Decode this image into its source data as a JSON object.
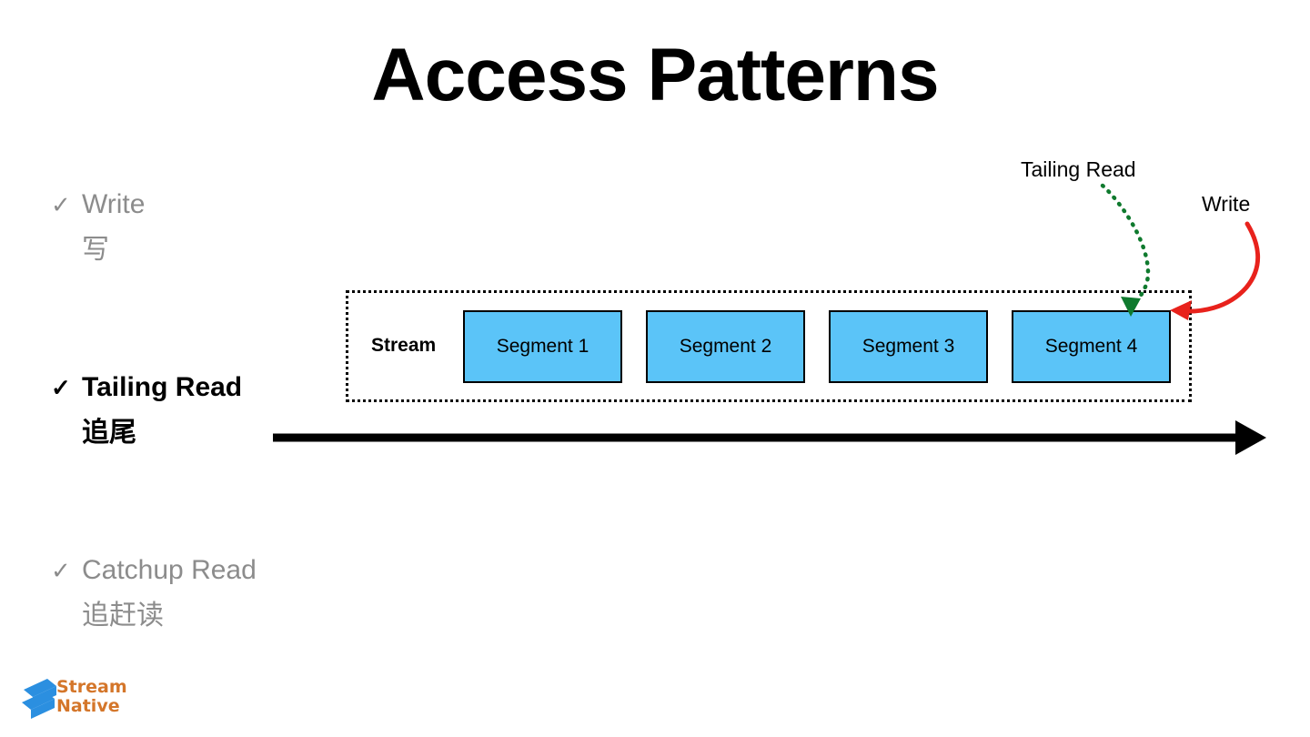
{
  "slide": {
    "title": "Access Patterns",
    "background_color": "#ffffff"
  },
  "bullets": [
    {
      "check": "✓",
      "label_en": "Write",
      "label_zh": "写",
      "state": "dim",
      "color": "#8c8c8c"
    },
    {
      "check": "✓",
      "label_en": "Tailing Read",
      "label_zh": "追尾",
      "state": "active",
      "color": "#000000"
    },
    {
      "check": "✓",
      "label_en": "Catchup Read",
      "label_zh": "追赶读",
      "state": "dim",
      "color": "#8c8c8c"
    }
  ],
  "diagram": {
    "stream_label": "Stream",
    "segment_fill": "#5bc4f8",
    "segment_stroke": "#000000",
    "container_border": "#000000",
    "segments": [
      {
        "label": "Segment 1"
      },
      {
        "label": "Segment 2"
      },
      {
        "label": "Segment 3"
      },
      {
        "label": "Segment 4"
      }
    ],
    "annotations": [
      {
        "label": "Tailing Read",
        "color": "#0f7a2e",
        "style": "dotted",
        "target": "Segment 4"
      },
      {
        "label": "Write",
        "color": "#e8221c",
        "style": "solid",
        "target": "Segment 4"
      }
    ],
    "timeline": {
      "label": "",
      "color": "#000000",
      "direction": "right"
    }
  },
  "logo": {
    "line1": "Stream",
    "line2": "Native",
    "mark_color": "#2b8fe0",
    "text_color": "#d4762a"
  }
}
